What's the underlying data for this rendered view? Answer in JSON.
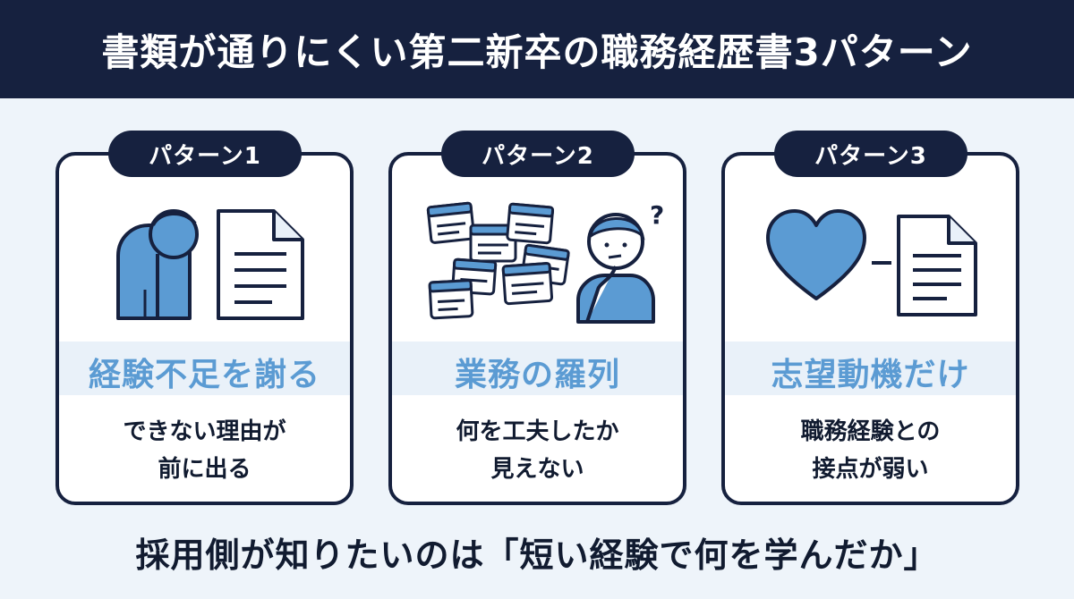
{
  "title": "書類が通りにくい第二新卒の職務経歴書3パターン",
  "cards": [
    {
      "label": "パターン1",
      "headline": "経験不足を謝る",
      "desc_line1": "できない理由が",
      "desc_line2": "前に出る",
      "icons": [
        "bowing-person-icon",
        "document-icon"
      ]
    },
    {
      "label": "パターン2",
      "headline": "業務の羅列",
      "desc_line1": "何を工夫したか",
      "desc_line2": "見えない",
      "icons": [
        "scattered-cards-icon",
        "thinking-person-icon"
      ]
    },
    {
      "label": "パターン3",
      "headline": "志望動機だけ",
      "desc_line1": "職務経験との",
      "desc_line2": "接点が弱い",
      "icons": [
        "heart-icon",
        "document-icon"
      ]
    }
  ],
  "question_mark": "?",
  "footer": "採用側が知りたいのは「短い経験で何を学んだか」",
  "colors": {
    "navy": "#16213f",
    "accent": "#5b9bd3",
    "background": "#eef4fa"
  }
}
